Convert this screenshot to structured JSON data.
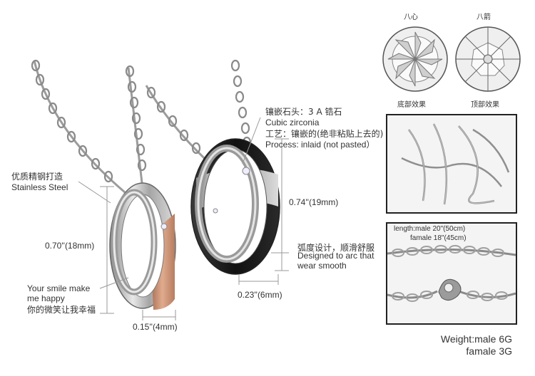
{
  "labels": {
    "stone_cn": "镶嵌石头：3 A 锆石",
    "stone_en": "Cubic zirconia",
    "process_cn": "工艺：镶嵌的(绝非粘贴上去的)",
    "process_en": "Process: inlaid (not pasted）",
    "steel_cn": "优质精钢打造",
    "steel_en": "Stainless Steel",
    "arc_cn": "弧度设计，顺滑舒服",
    "arc_en_1": "Designed to arc that",
    "arc_en_2": "wear smooth",
    "smile_en_1": "Your smile make",
    "smile_en_2": "me happy",
    "smile_cn": "你的微笑让我幸福"
  },
  "dimensions": {
    "height_left": "0.70''(18mm)",
    "height_right": "0.74''(19mm)",
    "width_right": "0.23''(6mm)",
    "width_left": "0.15''(4mm)"
  },
  "diamond_views": {
    "eight_hearts": "八心",
    "eight_arrows": "八箭",
    "bottom_effect": "底部效果",
    "top_effect": "顶部效果"
  },
  "chain_info": {
    "length_line1": "length:male 20\"(50cm)",
    "length_line2": "famale 18\"(45cm)"
  },
  "weight": {
    "line1": "Weight:male 6G",
    "line2": "famale 3G"
  },
  "colors": {
    "steel": "#b9b9b9",
    "black_ring": "#1e1e1e",
    "rose_gold": "#c99072",
    "chain": "#9c9c9c"
  }
}
